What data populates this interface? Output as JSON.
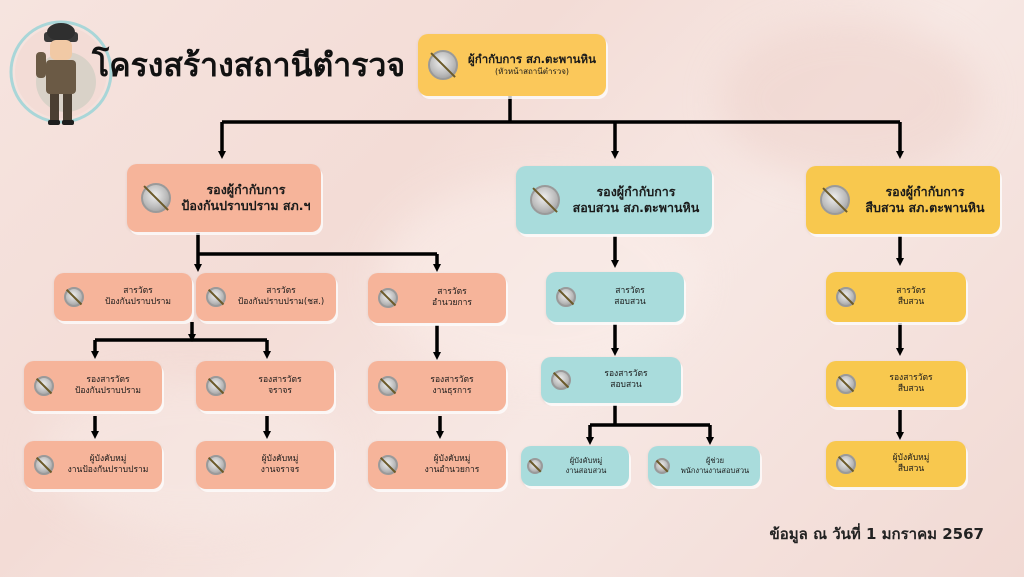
{
  "title": "โครงสร้างสถานีตำรวจ",
  "footer": "ข้อมูล ณ วันที่ 1 มกราคม 2567",
  "colors": {
    "salmon": "#f6b49a",
    "teal": "#a9dcdc",
    "yellow": "#fbc85a",
    "line": "#000000"
  },
  "icons": {
    "logo": "police-officer-salute-logo",
    "badge": "police-badge-icon"
  },
  "top": {
    "line1": "ผู้กำกับการ สภ.ตะพานหิน",
    "line2": "(หัวหน้าสถานีตำรวจ)"
  },
  "deputies": [
    {
      "line1": "รองผู้กำกับการ",
      "line2": "ป้องกันปราบปราม สภ.ฯ"
    },
    {
      "line1": "รองผู้กำกับการ",
      "line2": "สอบสวน สภ.ตะพานหิน"
    },
    {
      "line1": "รองผู้กำกับการ",
      "line2": "สืบสวน สภ.ตะพานหิน"
    }
  ],
  "inspectors": [
    {
      "line1": "สารวัตร",
      "line2": "ป้องกันปราบปราม"
    },
    {
      "line1": "สารวัตร",
      "line2": "ป้องกันปราบปราม(ชส.)"
    },
    {
      "line1": "สารวัตร",
      "line2": "อำนวยการ"
    },
    {
      "line1": "สารวัตร",
      "line2": "สอบสวน"
    },
    {
      "line1": "สารวัตร",
      "line2": "สืบสวน"
    }
  ],
  "deputy_inspectors": [
    {
      "line1": "รองสารวัตร",
      "line2": "ป้องกันปราบปราม"
    },
    {
      "line1": "รองสารวัตร",
      "line2": "จราจร"
    },
    {
      "line1": "รองสารวัตร",
      "line2": "งานธุรการ"
    },
    {
      "line1": "รองสารวัตร",
      "line2": "สอบสวน"
    },
    {
      "line1": "รองสารวัตร",
      "line2": "สืบสวน"
    }
  ],
  "squad_leaders": [
    {
      "line1": "ผู้บังคับหมู่",
      "line2": "งานป้องกันปราบปราม"
    },
    {
      "line1": "ผู้บังคับหมู่",
      "line2": "งานจราจร"
    },
    {
      "line1": "ผู้บังคับหมู่",
      "line2": "งานอำนวยการ"
    },
    {
      "line1": "ผู้บังคับหมู่",
      "line2": "งานสอบสวน"
    },
    {
      "line1": "ผู้ช่วย",
      "line2": "พนักงานงานสอบสวน"
    },
    {
      "line1": "ผู้บังคับหมู่",
      "line2": "สืบสวน"
    }
  ]
}
